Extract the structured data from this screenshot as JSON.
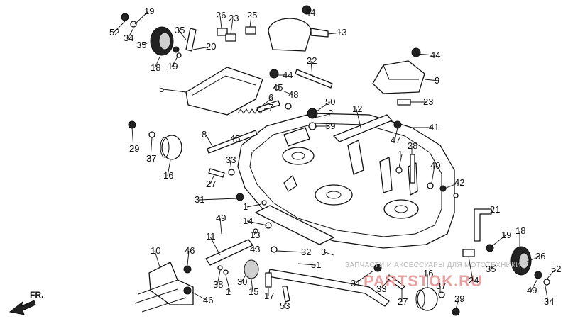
{
  "watermark": {
    "caption": "ЗАПЧАСТИ И АКСЕССУАРЫ ДЛЯ МОТОТЕХНИКИ",
    "logo": "PARTSTOK.RU"
  },
  "direction_label": "FR.",
  "callouts": [
    "1",
    "2",
    "3",
    "5",
    "6",
    "7",
    "8",
    "9",
    "10",
    "11",
    "12",
    "13",
    "14",
    "15",
    "16",
    "17",
    "18",
    "19",
    "20",
    "21",
    "22",
    "23",
    "24",
    "25",
    "26",
    "27",
    "28",
    "29",
    "30",
    "31",
    "32",
    "33",
    "34",
    "35",
    "36",
    "37",
    "38",
    "39",
    "40",
    "41",
    "42",
    "43",
    "44",
    "45",
    "46",
    "47",
    "48",
    "49",
    "50",
    "51",
    "52",
    "53"
  ]
}
